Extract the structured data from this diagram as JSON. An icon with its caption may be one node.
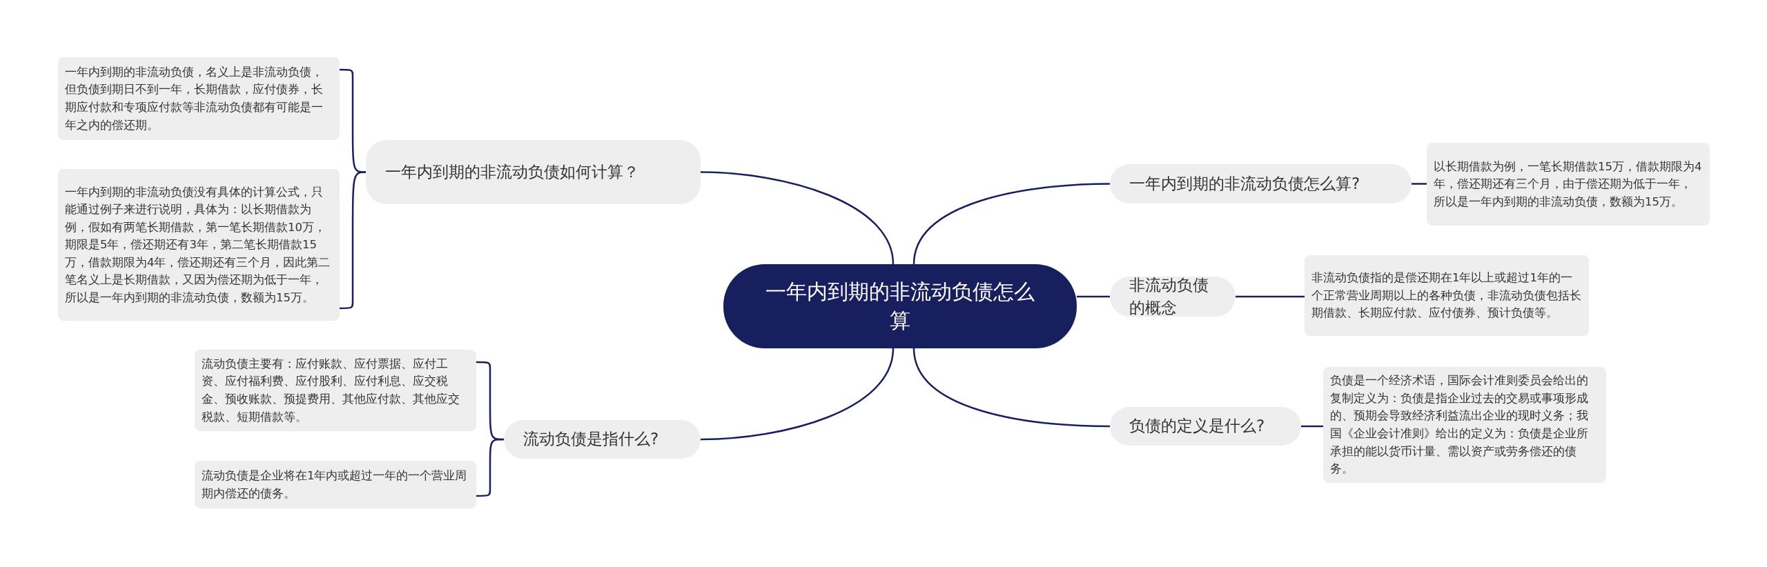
{
  "diagram": {
    "nodes": [
      {
        "text": [
          "一年内到期的非流动负债怎么算"
        ]
      },
      {
        "text": [
          "一年内到期的非流动负债如何计算？"
        ]
      },
      {
        "text": [
          "一年内到期的非流动负债，名义上是非流动负债，但负债到期日不到一年，长期借款，应付债券，长期应付款和专项应付款等非流动负债都有可能是一年之内的偿还期。"
        ]
      },
      {
        "text": [
          "一年内到期的非流动负债没有具体的计算公式，只能通过例子来进行说明，具体为：以长期借款为例，假如有两笔长期借款，第一笔长期借款10万，期限是5年，偿还期还有3年，第二笔长期借款15万，借款期限为4年，偿还期还有三个月，因此第二笔名义上是长期借款，又因为偿还期为低于一年，所以是一年内到期的非流动负债，数额为15万。"
        ]
      },
      {
        "text": [
          "流动负债是指什么?"
        ]
      },
      {
        "text": [
          "流动负债主要有：应付账款、应付票据、应付工资、应付福利费、应付股利、应付利息、应交税金、预收账款、预提费用、其他应付款、其他应交税款、短期借款等。"
        ]
      },
      {
        "text": [
          "流动负债是企业将在1年内或超过一年的一个营业周期内偿还的债务。"
        ]
      },
      {
        "text": [
          "一年内到期的非流动负债怎么算?"
        ]
      },
      {
        "text": [
          "以长期借款为例，一笔长期借款15万，借款期限为4年，偿还期还有三个月，由于偿还期为低于一年，所以是一年内到期的非流动负债，数额为15万。"
        ]
      },
      {
        "text": [
          "非流动负债的概念"
        ]
      },
      {
        "text": [
          "非流动负债指的是偿还期在1年以上或超过1年的一个正常营业周期以上的各种负债，非流动负债包括长期借款、长期应付款、应付债券、预计负债等。"
        ]
      },
      {
        "text": [
          "负债的定义是什么?"
        ]
      },
      {
        "text": [
          "负债是一个经济术语，国际会计准则委员会给出的复制定义为：负债是指企业过去的交易或事项形成的、预期会导致经济利益流出企业的现时义务；我国《企业会计准则》给出的定义为：负债是企业所承担的能以货币计量、需以资产或劳务偿还的债务。"
        ]
      }
    ],
    "edges": [
      {
        "from": 0,
        "to": 1,
        "arrow": "none"
      },
      {
        "from": 1,
        "to": 2,
        "arrow": "none"
      },
      {
        "from": 1,
        "to": 3,
        "arrow": "none"
      },
      {
        "from": 0,
        "to": 4,
        "arrow": "none"
      },
      {
        "from": 4,
        "to": 5,
        "arrow": "none"
      },
      {
        "from": 4,
        "to": 6,
        "arrow": "none"
      },
      {
        "from": 0,
        "to": 7,
        "arrow": "none"
      },
      {
        "from": 7,
        "to": 8,
        "arrow": "none"
      },
      {
        "from": 0,
        "to": 9,
        "arrow": "none"
      },
      {
        "from": 9,
        "to": 10,
        "arrow": "none"
      },
      {
        "from": 0,
        "to": 11,
        "arrow": "none"
      },
      {
        "from": 11,
        "to": 12,
        "arrow": "none"
      }
    ]
  }
}
